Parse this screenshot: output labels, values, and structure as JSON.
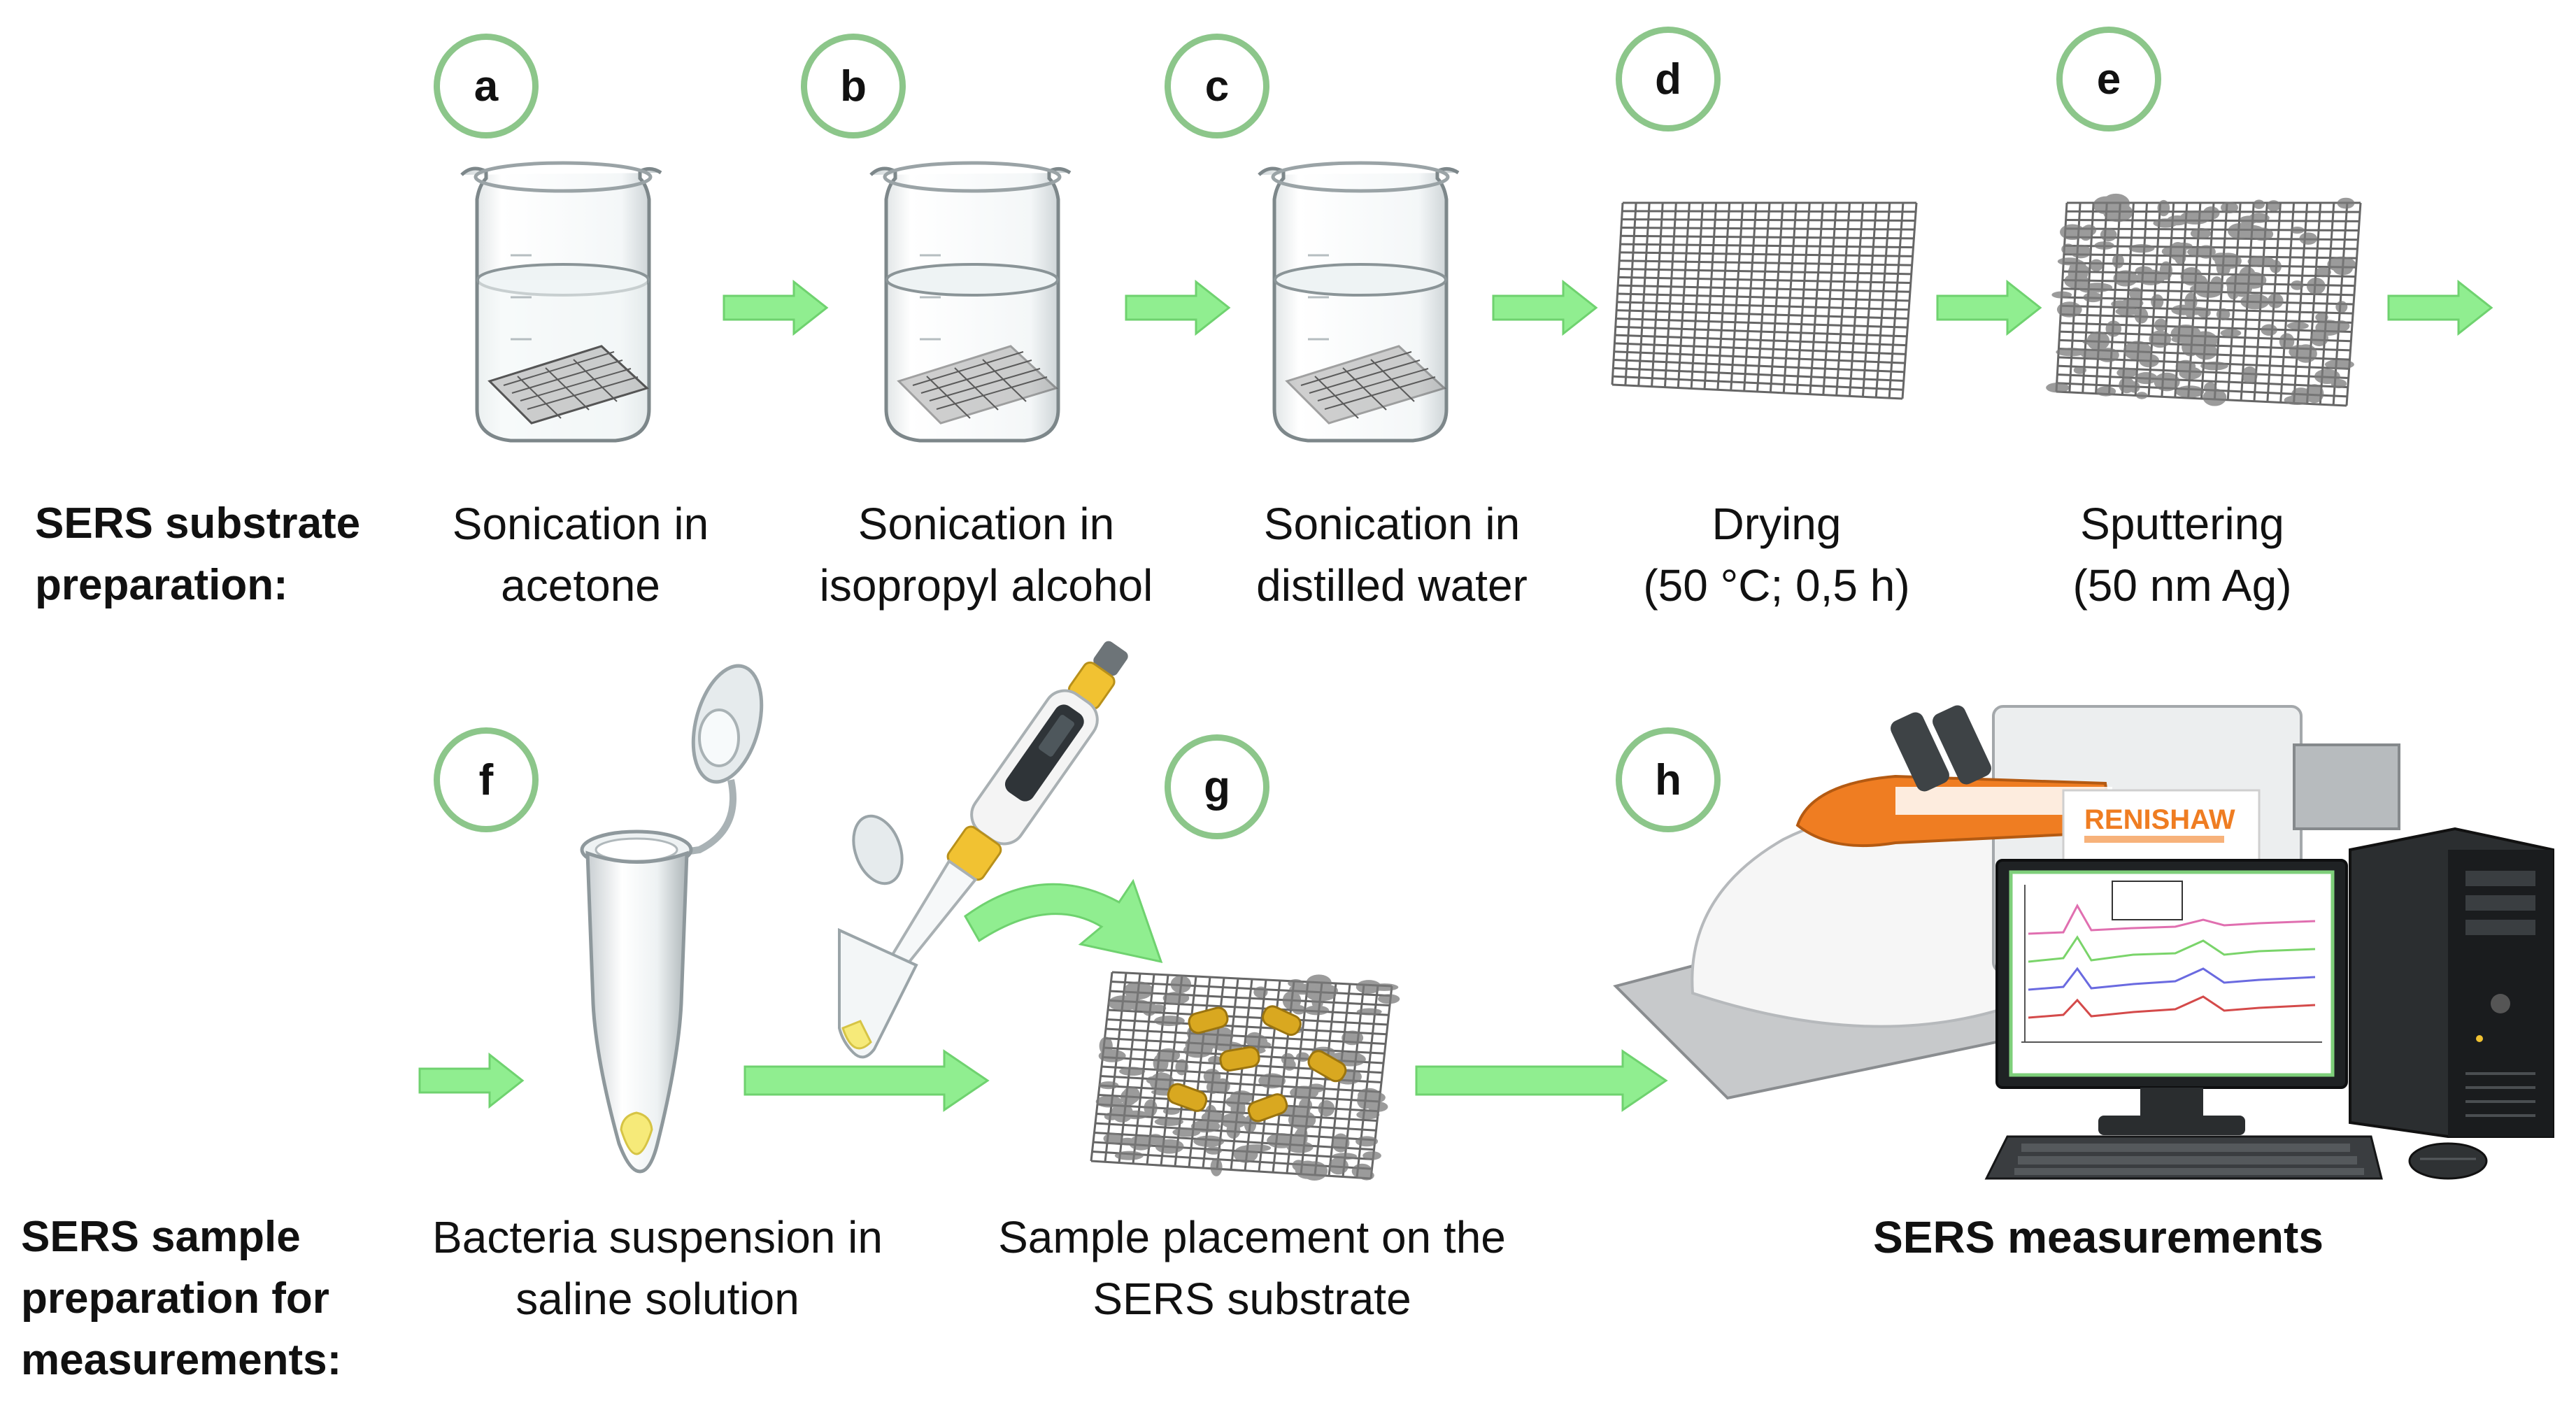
{
  "colors": {
    "arrow": "#90ee90",
    "arrow_stroke": "#6fd26f",
    "badge_border": "#8cc68a",
    "mesh": "#6e6e6e",
    "bacteria": "#d9a820",
    "instrument_orange": "#ef7d22"
  },
  "row1": {
    "label_line1": "SERS substrate",
    "label_line2": "preparation:",
    "steps": [
      {
        "badge": "a",
        "line1": "Sonication in",
        "line2": "acetone"
      },
      {
        "badge": "b",
        "line1": "Sonication in",
        "line2": "isopropyl alcohol"
      },
      {
        "badge": "c",
        "line1": "Sonication in",
        "line2": "distilled water"
      },
      {
        "badge": "d",
        "line1": "Drying",
        "line2": "(50 °C; 0,5 h)"
      },
      {
        "badge": "e",
        "line1": "Sputtering",
        "line2": "(50 nm Ag)"
      }
    ]
  },
  "row2": {
    "label_line1": "SERS sample",
    "label_line2": "preparation for",
    "label_line3": "measurements:",
    "steps": [
      {
        "badge": "f",
        "line1": "Bacteria suspension in",
        "line2": "saline solution"
      },
      {
        "badge": "g",
        "line1": "Sample placement on the",
        "line2": "SERS substrate"
      },
      {
        "badge": "h",
        "line1": "SERS measurements"
      }
    ]
  },
  "instrument": {
    "brand": "RENISHAW"
  },
  "icons": [
    "beaker",
    "mesh",
    "sputtered-mesh",
    "microtube",
    "pipette",
    "raman-spectrometer",
    "computer-monitor",
    "pc-tower",
    "keyboard",
    "mouse",
    "arrow-right",
    "curved-arrow"
  ]
}
